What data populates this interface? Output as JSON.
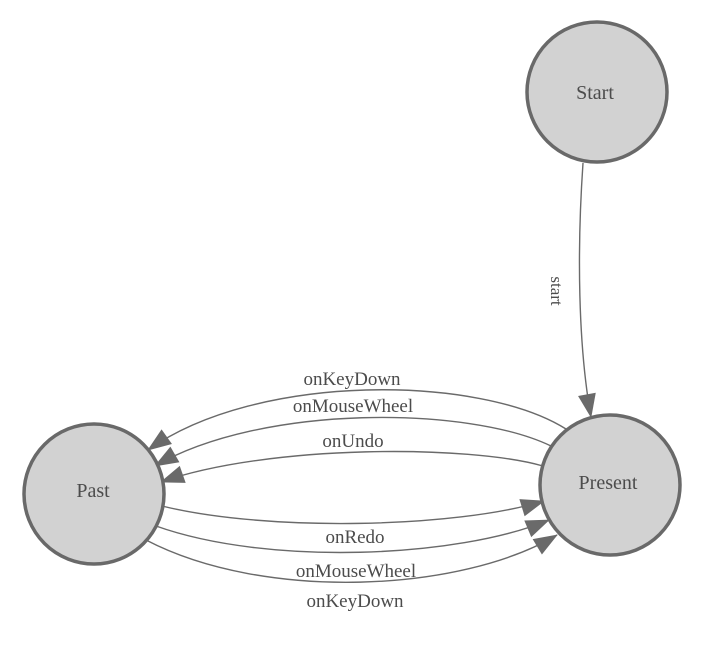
{
  "diagram": {
    "type": "state-transition-diagram",
    "colors": {
      "background": "#ffffff",
      "node_fill": "#d2d2d2",
      "node_stroke": "#696969",
      "edge_stroke": "#6a6a6a",
      "arrowhead_fill": "#6a6a6a",
      "label_text": "#4c4c4c"
    },
    "nodes": [
      {
        "id": "start",
        "label": "Start"
      },
      {
        "id": "present",
        "label": "Present"
      },
      {
        "id": "past",
        "label": "Past"
      }
    ],
    "edges": [
      {
        "from": "Start",
        "to": "Present",
        "label": "start"
      },
      {
        "from": "Present",
        "to": "Past",
        "label": "onKeyDown"
      },
      {
        "from": "Present",
        "to": "Past",
        "label": "onMouseWheel"
      },
      {
        "from": "Present",
        "to": "Past",
        "label": "onUndo"
      },
      {
        "from": "Past",
        "to": "Present",
        "label": "onRedo"
      },
      {
        "from": "Past",
        "to": "Present",
        "label": "onMouseWheel"
      },
      {
        "from": "Past",
        "to": "Present",
        "label": "onKeyDown"
      }
    ]
  }
}
